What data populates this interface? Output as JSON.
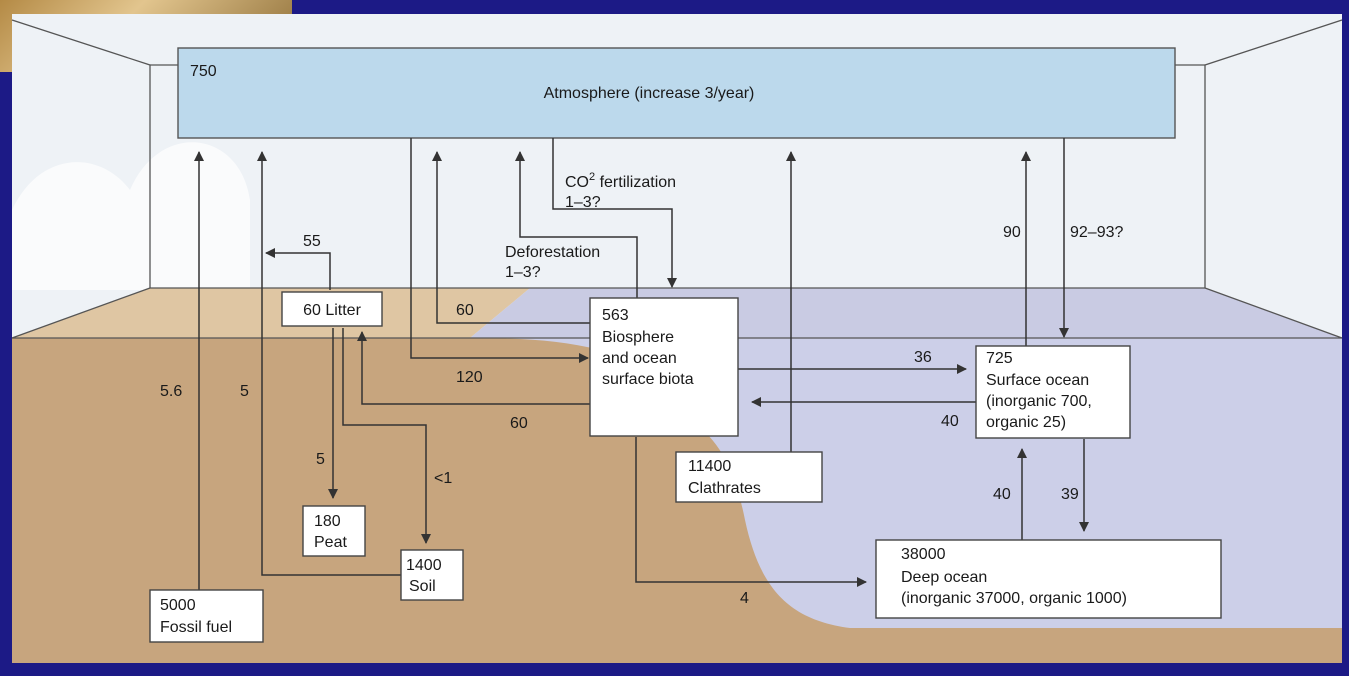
{
  "colors": {
    "frame": "#1c1a86",
    "sky": "#eef2f6",
    "atmosphere": "#bcd9ec",
    "land": "#c7a57e",
    "land_top": "#dfc6a3",
    "ocean": "#cccfe8",
    "box": "#ffffff"
  },
  "reservoirs": {
    "atmosphere": {
      "value": "750",
      "label": "Atmosphere (increase 3/year)"
    },
    "litter": {
      "label": "60 Litter"
    },
    "biosphere": {
      "value": "563",
      "line1": "Biosphere",
      "line2": "and ocean",
      "line3": "surface biota"
    },
    "surface_ocean": {
      "value": "725",
      "line1": "Surface ocean",
      "line2": "(inorganic 700,",
      "line3": "organic 25)"
    },
    "clathrates": {
      "value": "11400",
      "label": "Clathrates"
    },
    "deep_ocean": {
      "value": "38000",
      "line1": "Deep ocean",
      "line2": "(inorganic 37000, organic 1000)"
    },
    "peat": {
      "value": "180",
      "label": "Peat"
    },
    "soil": {
      "value": "1400",
      "label": "Soil"
    },
    "fossil_fuel": {
      "value": "5000",
      "label": "Fossil fuel"
    }
  },
  "flows": {
    "co2_fertilization_base": "CO",
    "co2_fertilization_sup": "2",
    "co2_fertilization_word": " fertilization",
    "co2_fertilization_value": "1–3?",
    "deforestation": "Deforestation",
    "deforestation_value": "1–3?",
    "litter_to_atmosphere": "55",
    "land_to_atmosphere_60": "60",
    "atmosphere_to_biosphere": "120",
    "biosphere_to_land_60": "60",
    "fossil_fuel_emission": "5.6",
    "soil_respiration": "5",
    "litter_to_peat": "5",
    "litter_to_soil": "<1",
    "ocean_to_atmosphere": "90",
    "atmosphere_to_ocean": "92–93?",
    "biosphere_to_surface": "36",
    "surface_to_biosphere": "40",
    "deep_to_surface": "40",
    "surface_to_deep": "39",
    "biosphere_to_deep": "4"
  }
}
